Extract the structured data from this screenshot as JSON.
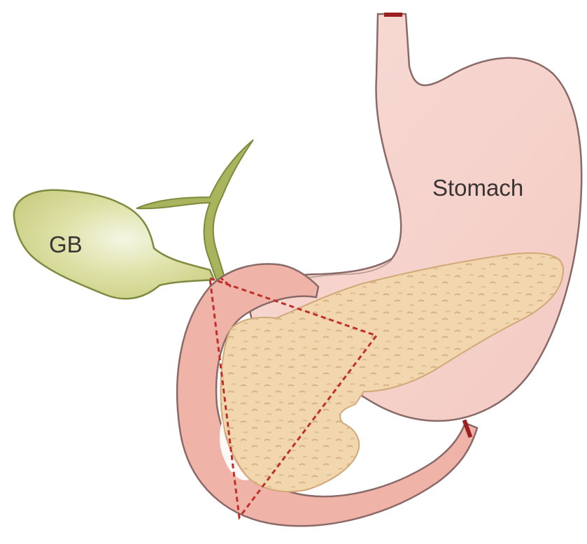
{
  "labels": {
    "gallbladder": "GB",
    "stomach": "Stomach"
  },
  "colors": {
    "background": "#ffffff",
    "outline": "#8a6a68",
    "gut_fill": "#f4c6bf",
    "stomach_fill": "#f7d6d0",
    "duodenum_fill": "#efb2a7",
    "pancreas_fill": "#f3d8b0",
    "pancreas_speckle": "#d9b98a",
    "gallbladder_fill": "#cfd48a",
    "bile_duct_fill": "#a8b35a",
    "triangle_line": "#c0302a",
    "cut_end": "#9c1f1f"
  },
  "icons": {
    "gallbladder": "gallbladder-organ",
    "bile_ducts": "bile-duct-tree",
    "stomach": "stomach-organ",
    "duodenum": "duodenum-c-loop",
    "pancreas": "pancreas-organ",
    "triangle": "gastrinoma-triangle"
  }
}
